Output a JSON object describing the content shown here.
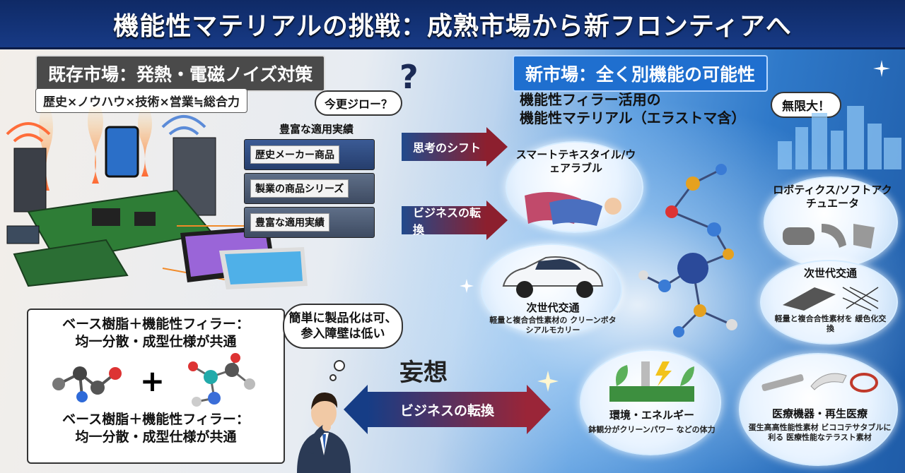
{
  "title": "機能性マテリアルの挑戦：成熟市場から新フロンティアへ",
  "left": {
    "header": "既存市場：発熱・電磁ノイズ対策",
    "subheader": "歴史×ノウハウ×技術×営業≒総合力",
    "bubble_now": "今更ジロー？",
    "question_mark": "?",
    "server_top_label": "豊富な適用実績",
    "shelves": [
      "歴史メーカー商品",
      "製業の商品シリーズ",
      "豊富な適用実績"
    ],
    "panel_line1": "ベース樹脂＋機能性フィラー：",
    "panel_line2": "均一分散・成型仕様が共通",
    "panel_plus": "+",
    "panel_line3": "ベース樹脂＋機能性フィラー：",
    "panel_line4": "均一分散・成型仕様が共通",
    "thought": "簡単に製品化は可、参入障壁は低い"
  },
  "middle": {
    "arrow1": "思考のシフト",
    "arrow2": "ビジネスの転換",
    "mousou": "妄想",
    "big_arrow": "ビジネスの転換"
  },
  "right": {
    "header": "新市場：全く別機能の可能性",
    "title_line1": "機能性フィラー活用の",
    "title_line2": "機能性マテリアル（エラストマ含）",
    "bubble_infinite": "無限大！",
    "nodes": {
      "wearable": "スマートテキスタイル/ウェアラブル",
      "robotics": "ロボティクス/ソフトアクチュエータ",
      "car_title": "次世代交通",
      "car_desc": "軽量と複合合性素材の クリーンボタシアルモカリー",
      "transit_title": "次世代交通",
      "transit_desc": "軽量と複合合性素材を 緩色化交換",
      "env_title": "環境・エネルギー",
      "env_desc": "鉢観分がクリーンパワー などの体力",
      "med_title": "医療機器・再生医療",
      "med_desc": "蛋生高高性能性素材 ビココテサタブルに利る 医療性能なテラスト素材"
    }
  },
  "colors": {
    "navy": "#0f2a66",
    "red": "#9a2538",
    "blue": "#1f6fcf"
  }
}
